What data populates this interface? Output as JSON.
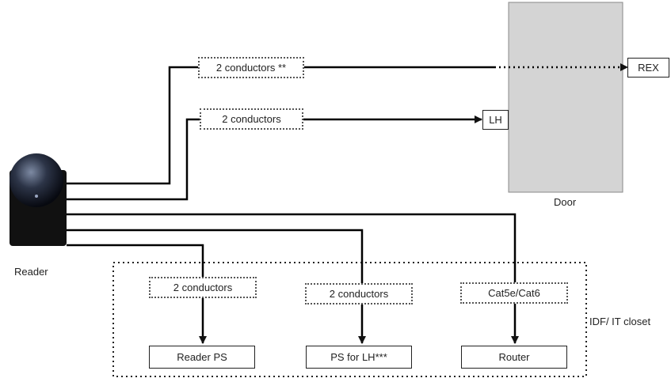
{
  "wires": {
    "rex_wire": "2 conductors **",
    "lh_wire": "2 conductors",
    "reader_ps_wire": "2 conductors",
    "ps_lh_wire": "2 conductors",
    "router_wire": "Cat5e/Cat6"
  },
  "devices": {
    "rex": "REX",
    "lh": "LH",
    "door": "Door",
    "reader": "Reader",
    "reader_ps": "Reader PS",
    "ps_lh": "PS for LH***",
    "router": "Router"
  },
  "closet_label": "IDF/ IT closet"
}
